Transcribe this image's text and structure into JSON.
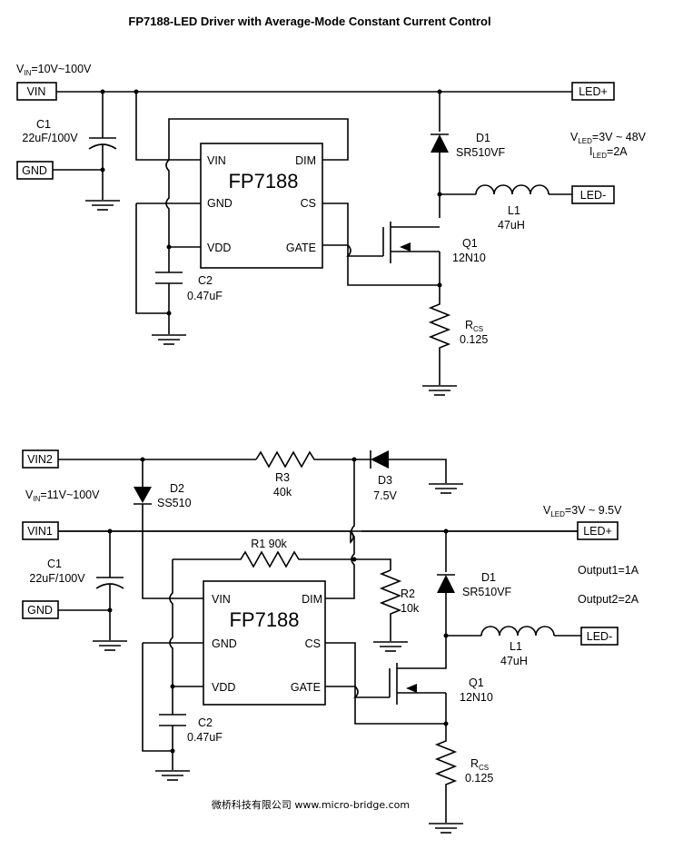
{
  "title": "FP7188-LED Driver with Average-Mode Constant Current Control",
  "footer": "微桥科技有限公司 www.micro-bridge.com",
  "top": {
    "vin_spec": {
      "main": "V",
      "sub": "IN",
      "rest": "=10V~100V"
    },
    "ports": {
      "vin": "VIN",
      "gnd": "GND",
      "led_plus": "LED+",
      "led_minus": "LED-"
    },
    "ic": {
      "name": "FP7188",
      "pins": {
        "vin": "VIN",
        "dim": "DIM",
        "gnd": "GND",
        "cs": "CS",
        "vdd": "VDD",
        "gate": "GATE"
      }
    },
    "c1": {
      "ref": "C1",
      "value": "22uF/100V"
    },
    "c2": {
      "ref": "C2",
      "value": "0.47uF"
    },
    "d1": {
      "ref": "D1",
      "value": "SR510VF"
    },
    "l1": {
      "ref": "L1",
      "value": "47uH"
    },
    "q1": {
      "ref": "Q1",
      "value": "12N10"
    },
    "rcs": {
      "ref": "R",
      "sub": "CS",
      "value": "0.125"
    },
    "vled": {
      "main": "V",
      "sub": "LED",
      "rest": "=3V ~ 48V"
    },
    "iled": {
      "main": "I",
      "sub": "LED",
      "rest": "=2A"
    }
  },
  "bottom": {
    "vin_spec": {
      "main": "V",
      "sub": "IN",
      "rest": "=11V~100V"
    },
    "ports": {
      "vin2": "VIN2",
      "vin1": "VIN1",
      "gnd": "GND",
      "led_plus": "LED+",
      "led_minus": "LED-"
    },
    "ic": {
      "name": "FP7188",
      "pins": {
        "vin": "VIN",
        "dim": "DIM",
        "gnd": "GND",
        "cs": "CS",
        "vdd": "VDD",
        "gate": "GATE"
      }
    },
    "r3": {
      "ref": "R3",
      "value": "40k"
    },
    "d3": {
      "ref": "D3",
      "value": "7.5V"
    },
    "d2": {
      "ref": "D2",
      "value": "SS510"
    },
    "r1": {
      "label": "R1 90k"
    },
    "r2": {
      "ref": "R2",
      "value": "10k"
    },
    "c1": {
      "ref": "C1",
      "value": "22uF/100V"
    },
    "c2": {
      "ref": "C2",
      "value": "0.47uF"
    },
    "d1": {
      "ref": "D1",
      "value": "SR510VF"
    },
    "l1": {
      "ref": "L1",
      "value": "47uH"
    },
    "q1": {
      "ref": "Q1",
      "value": "12N10"
    },
    "rcs": {
      "ref": "R",
      "sub": "CS",
      "value": "0.125"
    },
    "vled": {
      "main": "V",
      "sub": "LED",
      "rest": "=3V ~ 9.5V"
    },
    "output1": "Output1=1A",
    "output2": "Output2=2A"
  }
}
